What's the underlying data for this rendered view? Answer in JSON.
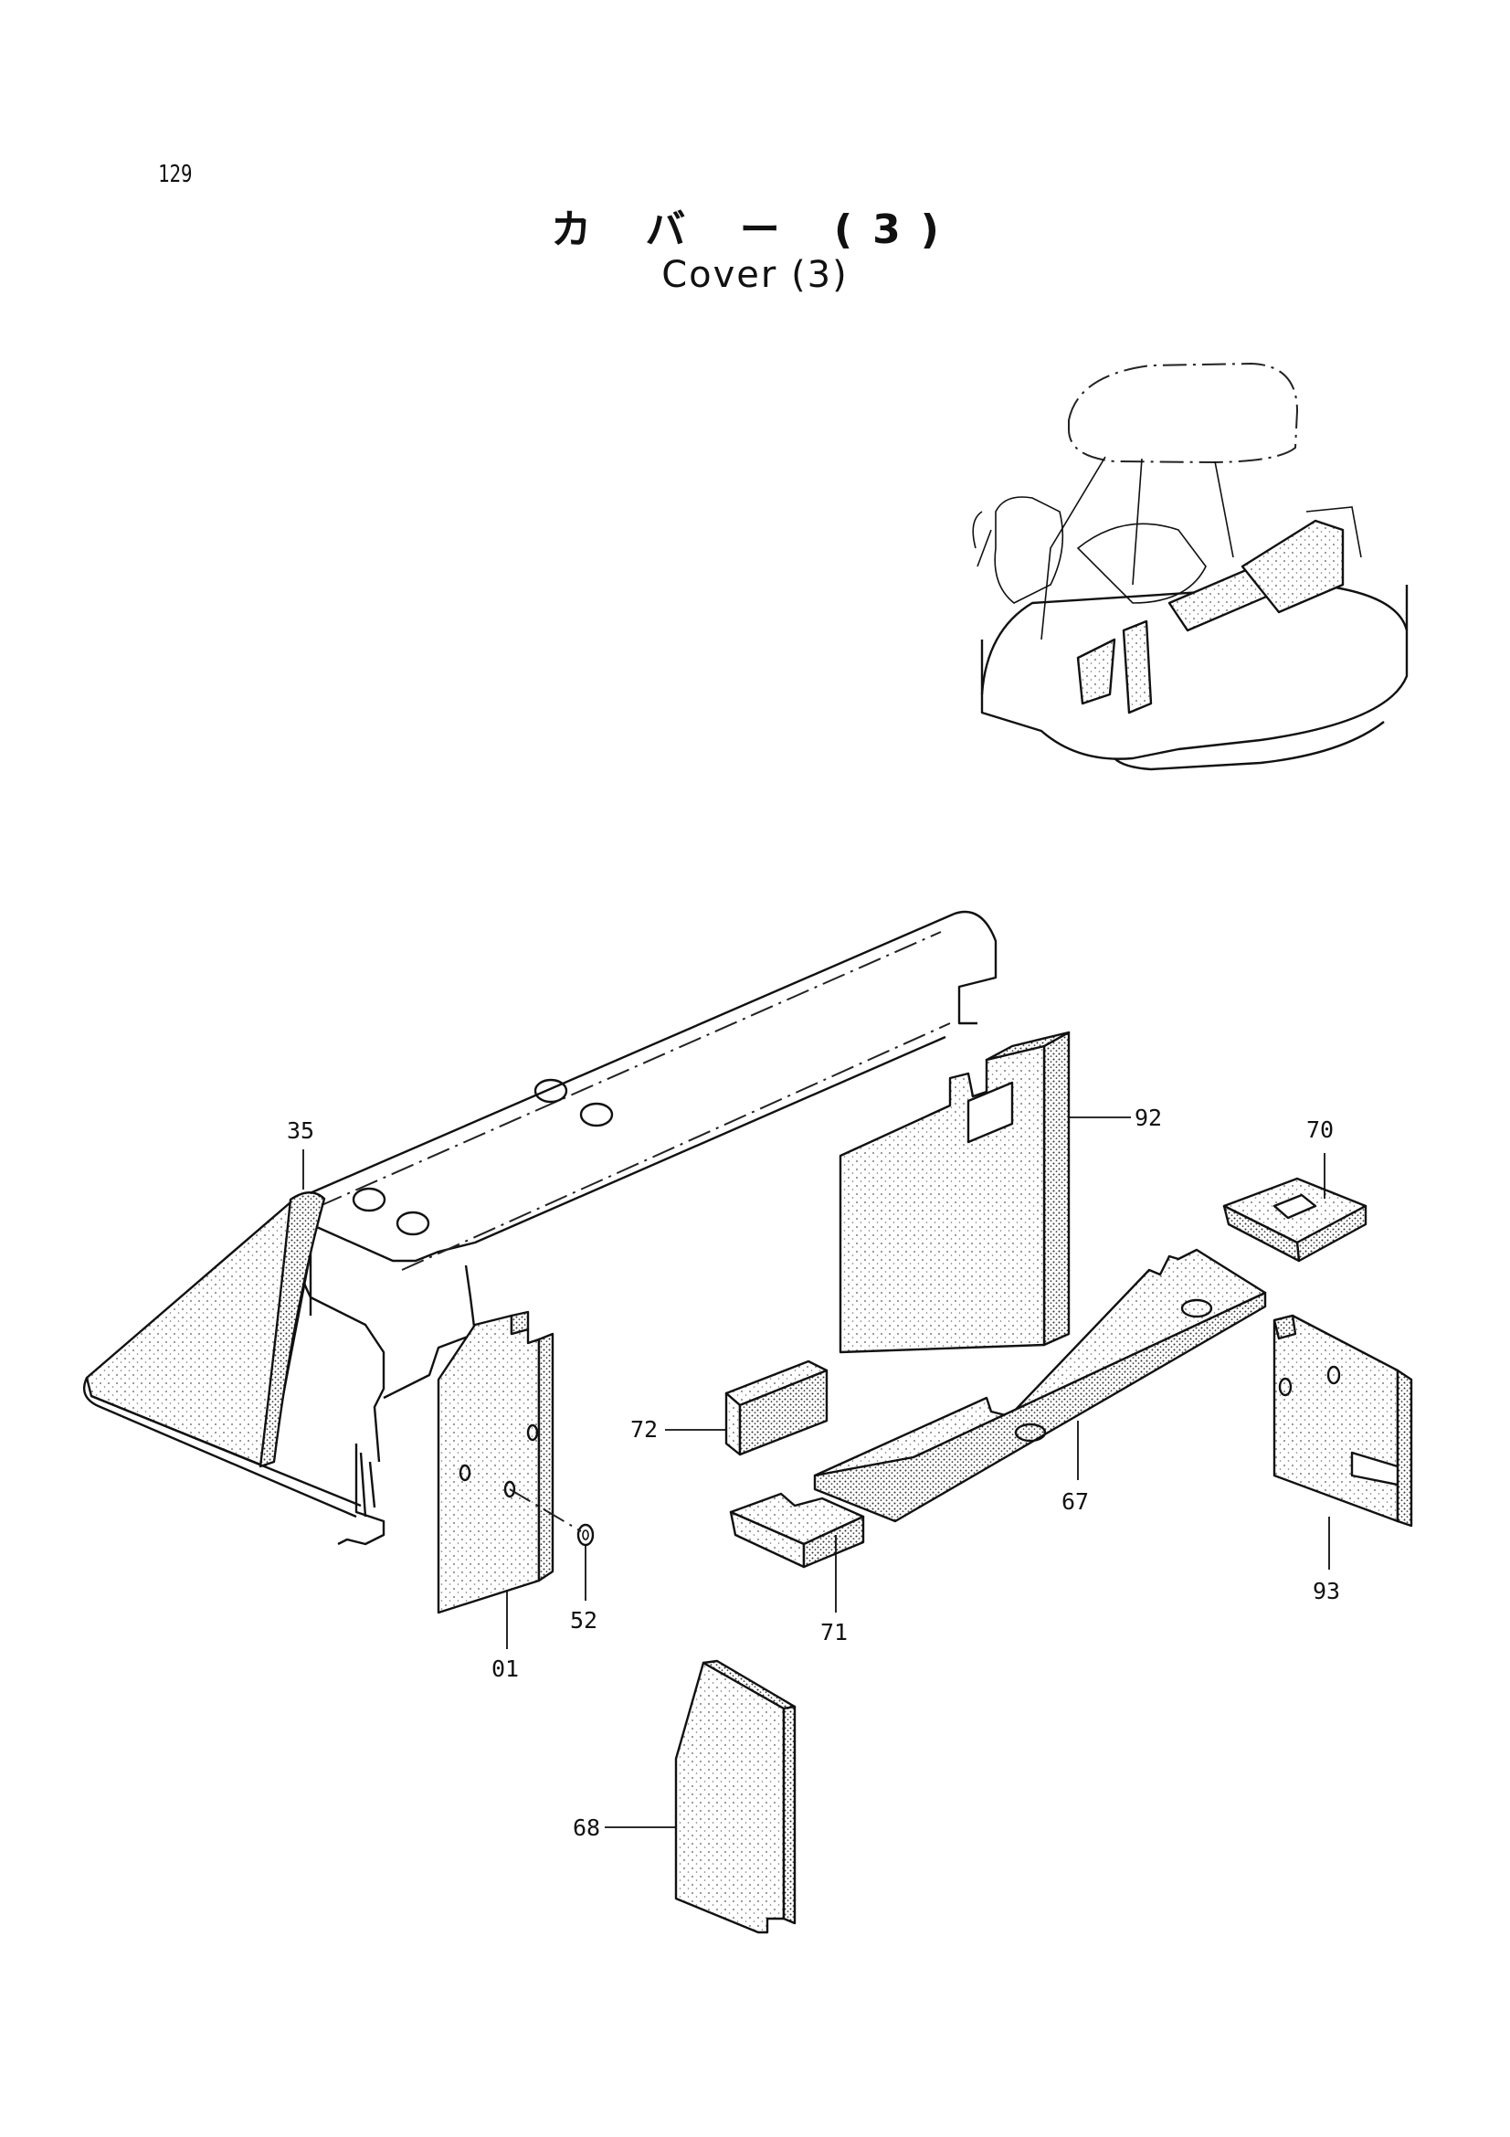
{
  "page": {
    "number": "129",
    "title_jp": "カ バ ー (3)",
    "title_en": "Cover (3)"
  },
  "callouts": [
    {
      "id": "35",
      "label": "35"
    },
    {
      "id": "92",
      "label": "92"
    },
    {
      "id": "70",
      "label": "70"
    },
    {
      "id": "72",
      "label": "72"
    },
    {
      "id": "67",
      "label": "67"
    },
    {
      "id": "93",
      "label": "93"
    },
    {
      "id": "52",
      "label": "52"
    },
    {
      "id": "01",
      "label": "01"
    },
    {
      "id": "71",
      "label": "71"
    },
    {
      "id": "68",
      "label": "68"
    }
  ]
}
